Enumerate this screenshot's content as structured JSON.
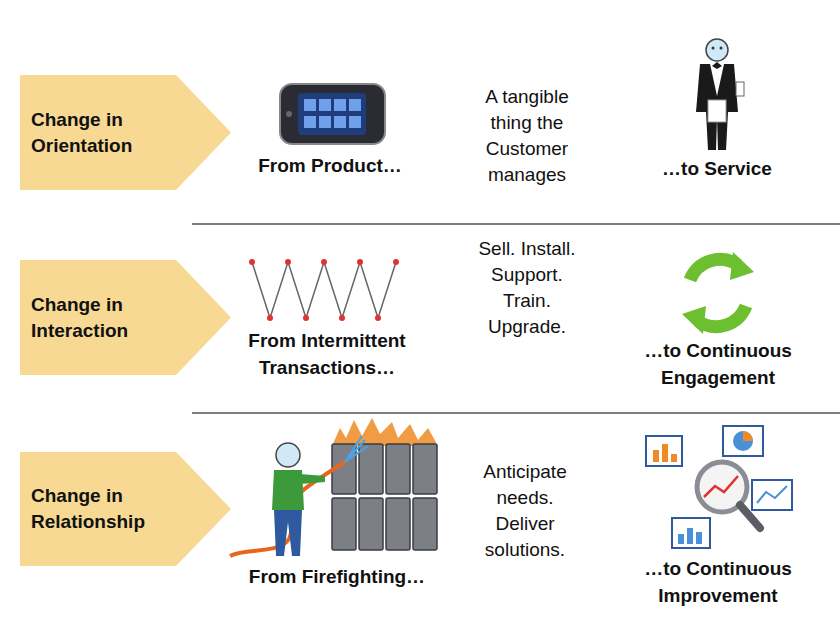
{
  "diagram": {
    "nodes": [
      {
        "text": [
          "Change in Orientation"
        ]
      },
      {
        "text": [
          "Change in Interaction"
        ]
      },
      {
        "text": [
          "Change in Relationship"
        ]
      }
    ],
    "labels": [
      "From Product…",
      "A tangible thing the Customer manages",
      "…to Service",
      "From Intermittent Transactions…",
      "Sell. Install. Support. Train. Upgrade.",
      "…to Continuous Engagement",
      "From Firefighting…",
      "Anticipate needs. Deliver solutions.",
      "…to Continuous Improvement"
    ]
  }
}
